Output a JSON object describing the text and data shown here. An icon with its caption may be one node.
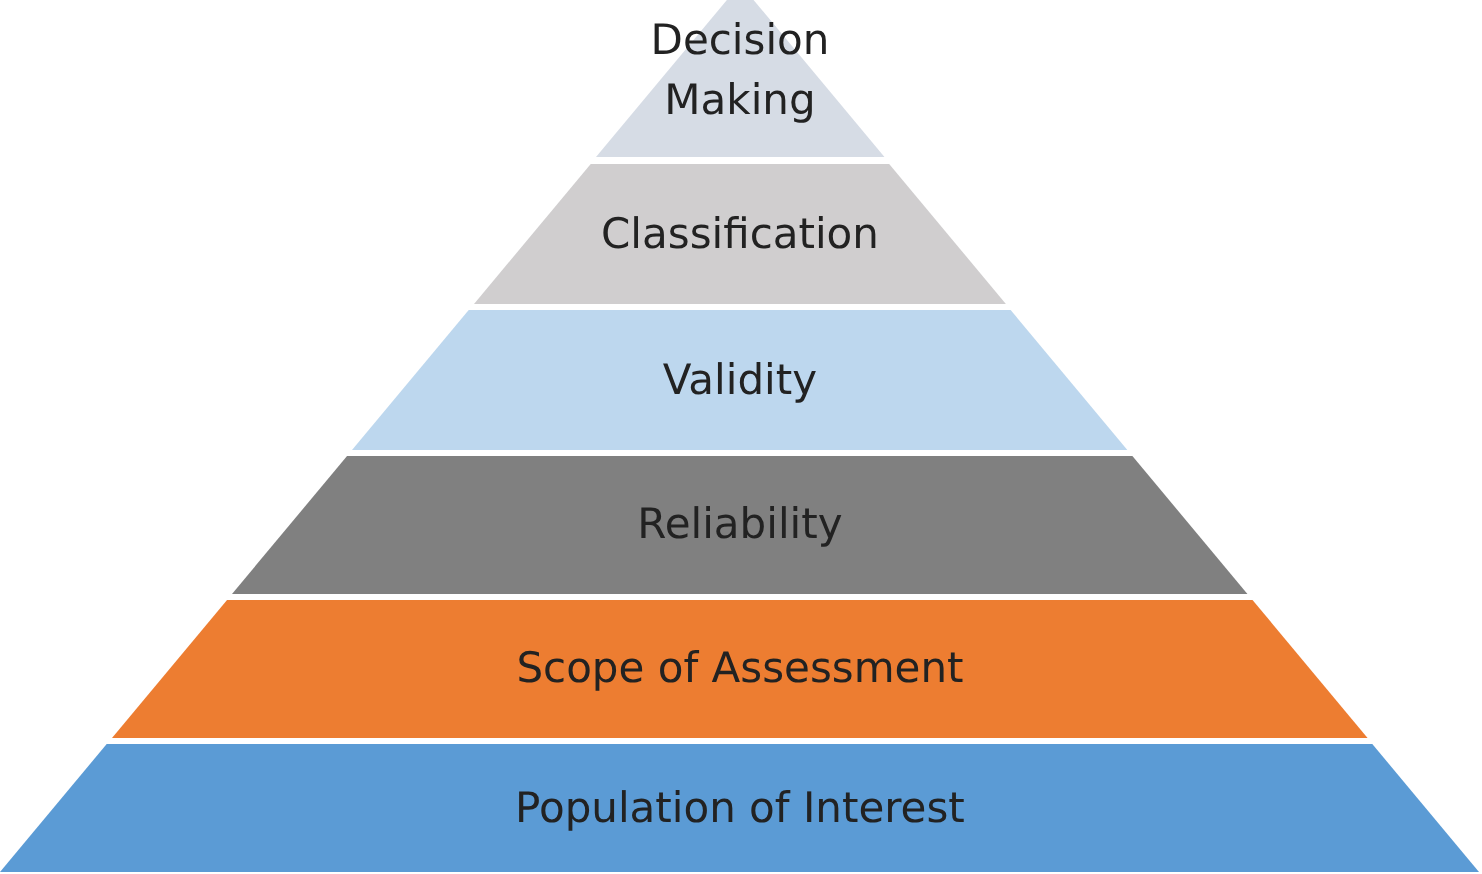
{
  "diagram": {
    "nodes": [
      {
        "text": [
          "Decision Making"
        ]
      },
      {
        "text": [
          "Classification"
        ]
      },
      {
        "text": [
          "Validity"
        ]
      },
      {
        "text": [
          "Reliability"
        ]
      },
      {
        "text": [
          "Scope of Assessment"
        ]
      },
      {
        "text": [
          "Population of Interest"
        ]
      }
    ]
  }
}
